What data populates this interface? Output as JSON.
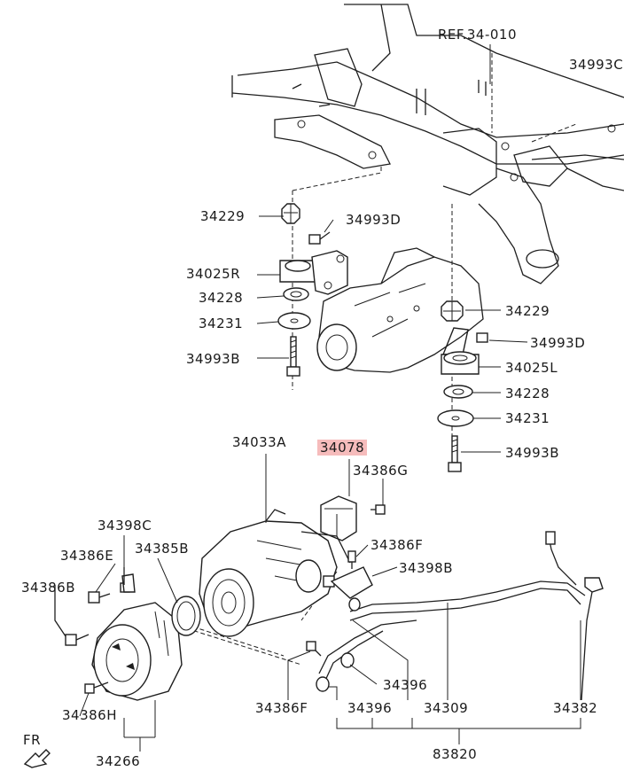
{
  "labels": {
    "ref": "REF.34-010",
    "p34993c": "34993C",
    "p34229_a": "34229",
    "p34993d_a": "34993D",
    "p34025r": "34025R",
    "p34228_a": "34228",
    "p34231_a": "34231",
    "p34993b_a": "34993B",
    "p34229_b": "34229",
    "p34993d_b": "34993D",
    "p34025l": "34025L",
    "p34228_b": "34228",
    "p34231_b": "34231",
    "p34993b_b": "34993B",
    "p34033a": "34033A",
    "p34078": "34078",
    "p34386g": "34386G",
    "p34398c": "34398C",
    "p34385b": "34385B",
    "p34386e": "34386E",
    "p34386b": "34386B",
    "p34386f_a": "34386F",
    "p34398b": "34398B",
    "p34386h": "34386H",
    "p34386f_b": "34386F",
    "p34396_a": "34396",
    "p34396_b": "34396",
    "p34309": "34309",
    "p34382": "34382",
    "p34266": "34266",
    "p83820": "83820",
    "fr": "FR"
  },
  "colors": {
    "line": "#1f1f1f",
    "highlight": "#f6bcbc"
  }
}
